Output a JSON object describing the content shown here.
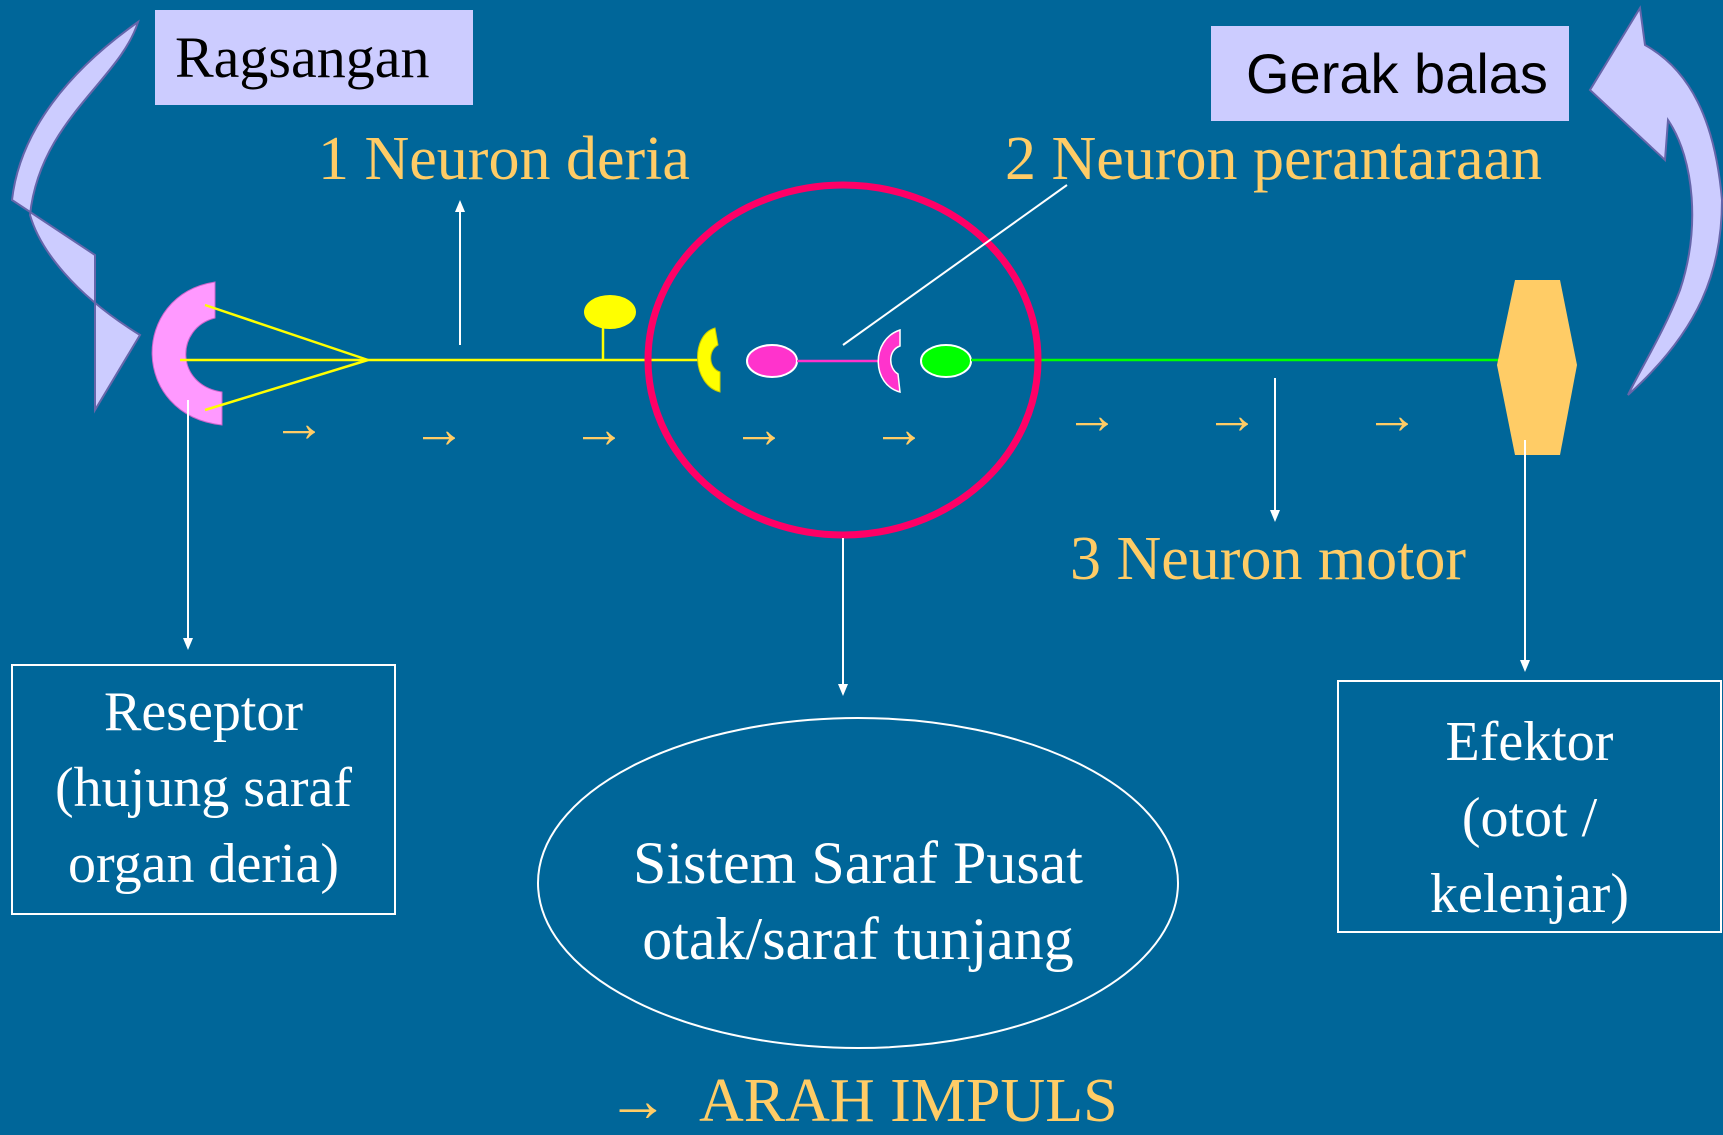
{
  "stimulus_label": "Ragsangan",
  "response_label": "Gerak balas",
  "neurons": {
    "sensory": "1 Neuron deria",
    "relay": "2 Neuron perantaraan",
    "motor": "3 Neuron motor"
  },
  "impulse_arrow": "→",
  "receptor": {
    "lines": [
      "Reseptor",
      "(hujung saraf",
      "organ deria)"
    ]
  },
  "cns": {
    "lines": [
      "Sistem Saraf Pusat",
      "otak/saraf tunjang"
    ]
  },
  "effector": {
    "lines": [
      "Efektor",
      "(otot /",
      "kelenjar)"
    ]
  },
  "legend": {
    "arrow": "→",
    "text": "ARAH IMPULS"
  },
  "colors": {
    "background": "#006699",
    "label_yellow": "#FFCC66",
    "curved_arrow": "#CCCCFF",
    "receptor": "#FF99FF",
    "sensory_neuron": "#FFFF00",
    "relay_neuron": "#FF33CC",
    "motor_neuron": "#00FF00",
    "effector": "#FFCC66",
    "cns_circle": "#FF0066"
  }
}
